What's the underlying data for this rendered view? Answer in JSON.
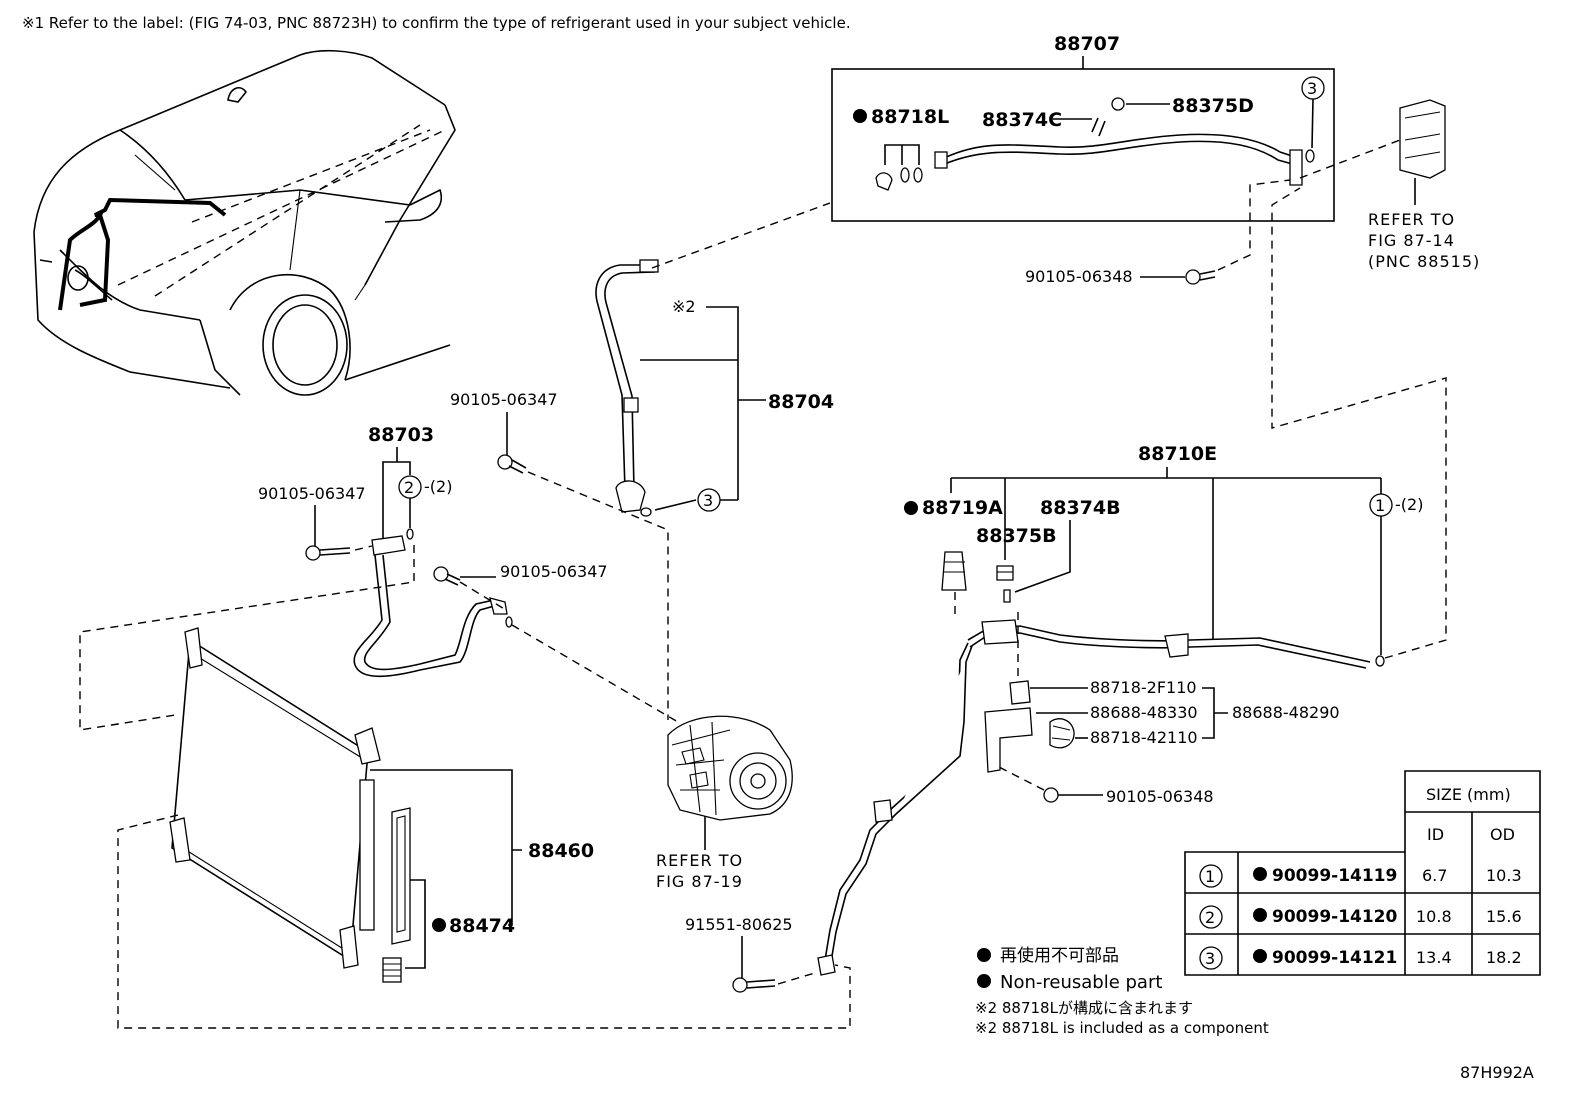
{
  "notes": {
    "header": "※1 Refer to the label: (FIG 74-03, PNC 88723H) to confirm the type of refrigerant used in your subject vehicle.",
    "footer_code": "87H992A",
    "legend_jp": "再使用不可部品",
    "legend_en": "Non-reusable part",
    "note2_jp": "※2 88718Lが構成に含まれます",
    "note2_en": "※2 88718L is included as a component"
  },
  "parts": {
    "p88707": "88707",
    "p88718L": "88718L",
    "p88374C": "88374C",
    "p88375D": "88375D",
    "p90105_06348_top": "90105-06348",
    "p88704": "88704",
    "mark2": "※2",
    "p90105_06347_mid": "90105-06347",
    "p88703": "88703",
    "p90105_06347_left": "90105-06347",
    "p90105_06347_right": "90105-06347",
    "paren2": "-(2)",
    "p88710E": "88710E",
    "p88719A": "88719A",
    "p88374B": "88374B",
    "p88375B": "88375B",
    "paren1": "-(2)",
    "p88718_2F110": "88718-2F110",
    "p88688_48330": "88688-48330",
    "p88688_48290": "88688-48290",
    "p88718_42110": "88718-42110",
    "p90105_06348_bot": "90105-06348",
    "p88460": "88460",
    "p88474": "88474",
    "p91551_80625": "91551-80625"
  },
  "refs": {
    "fig87_14_l1": "REFER TO",
    "fig87_14_l2": "FIG 87-14",
    "fig87_14_l3": "(PNC 88515)",
    "fig87_19_l1": "REFER TO",
    "fig87_19_l2": "FIG 87-19"
  },
  "callouts": {
    "c1": "1",
    "c2": "2",
    "c3": "3"
  },
  "size_table": {
    "header": "SIZE (mm)",
    "col_id": "ID",
    "col_od": "OD",
    "rows": [
      {
        "no": "1",
        "part": "90099-14119",
        "id": "6.7",
        "od": "10.3"
      },
      {
        "no": "2",
        "part": "90099-14120",
        "id": "10.8",
        "od": "15.6"
      },
      {
        "no": "3",
        "part": "90099-14121",
        "id": "13.4",
        "od": "18.2"
      }
    ]
  }
}
